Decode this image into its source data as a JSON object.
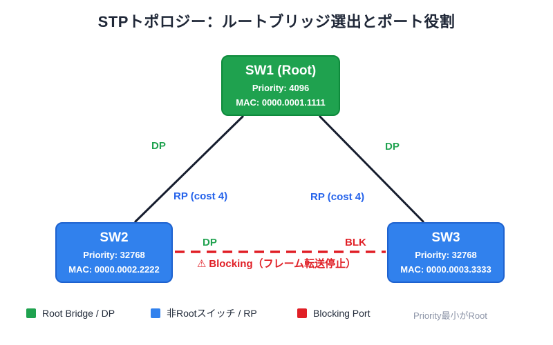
{
  "title": "STPトポロジー：ルートブリッジ選出とポート役割",
  "nodes": {
    "sw1": {
      "name": "SW1 (Root)",
      "priority": "Priority: 4096",
      "mac": "MAC: 0000.0001.1111"
    },
    "sw2": {
      "name": "SW2",
      "priority": "Priority: 32768",
      "mac": "MAC: 0000.0002.2222"
    },
    "sw3": {
      "name": "SW3",
      "priority": "Priority: 32768",
      "mac": "MAC: 0000.0003.3333"
    }
  },
  "port_labels": {
    "sw1_left_dp": "DP",
    "sw1_right_dp": "DP",
    "sw2_rp": "RP (cost 4)",
    "sw3_rp": "RP (cost 4)",
    "sw2_dp": "DP",
    "sw3_blk": "BLK"
  },
  "blocking_note": {
    "icon": "⚠",
    "text": "Blocking（フレーム転送停止）"
  },
  "legend": {
    "items": [
      {
        "label": "Root Bridge / DP",
        "color": "#1fa24f"
      },
      {
        "label": "非Rootスイッチ / RP",
        "color": "#3181ed"
      },
      {
        "label": "Blocking Port",
        "color": "#e01f26"
      }
    ],
    "note": "Priority最小がRoot"
  },
  "colors": {
    "root_bridge_green": "#1fa24f",
    "switch_blue": "#3181ed",
    "blocking_red": "#e01f26",
    "rp_label_blue": "#2563eb",
    "link_line": "#161d2e",
    "title_text": "#1f2737",
    "legend_note_gray": "#8c94a7"
  }
}
